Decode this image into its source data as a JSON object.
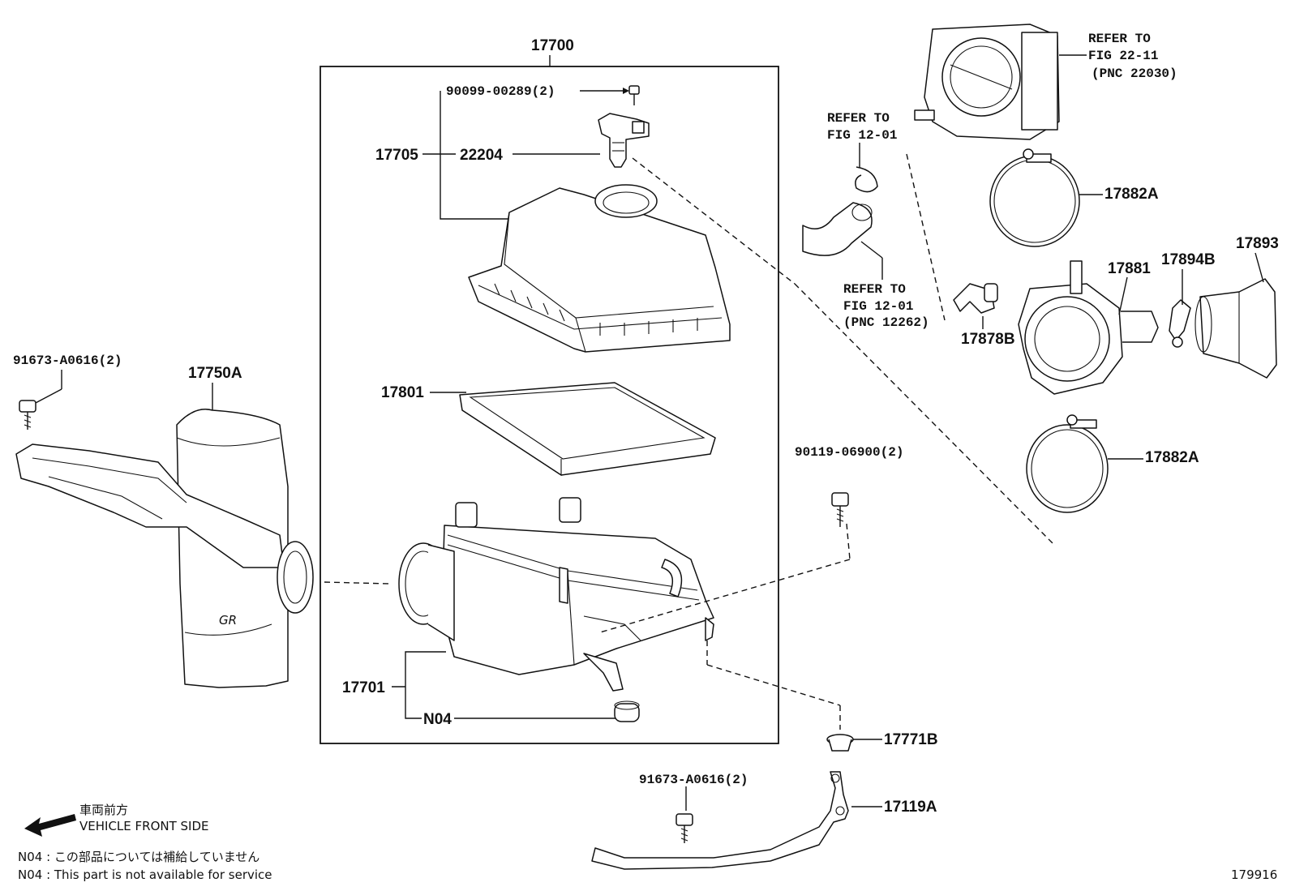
{
  "callouts": {
    "p17700": "17700",
    "p90099": "90099-00289(2)",
    "p17705": "17705",
    "p22204": "22204",
    "p17801": "17801",
    "p17701": "17701",
    "n04": "N04",
    "p91673a": "91673-A0616(2)",
    "p17750a": "17750A",
    "p90119": "90119-06900(2)",
    "p17771b": "17771B",
    "p91673b": "91673-A0616(2)",
    "p17119a": "17119A",
    "p17882a_top": "17882A",
    "p17882a_bot": "17882A",
    "p17881": "17881",
    "p17894b": "17894B",
    "p17893": "17893",
    "p17878b": "17878B"
  },
  "references": {
    "throttle": [
      "REFER TO",
      "FIG 22-11",
      "(PNC 22030)"
    ],
    "clip": [
      "REFER TO",
      "FIG 12-01"
    ],
    "hose": [
      "REFER TO",
      "FIG 12-01",
      "(PNC 12262)"
    ]
  },
  "footer": {
    "front_jp": "車両前方",
    "front_en": "VEHICLE FRONT SIDE",
    "note_jp": "N04 : この部品については補給していません",
    "note_en": "N04 : This part is not available for service",
    "figure_number": "179916"
  }
}
